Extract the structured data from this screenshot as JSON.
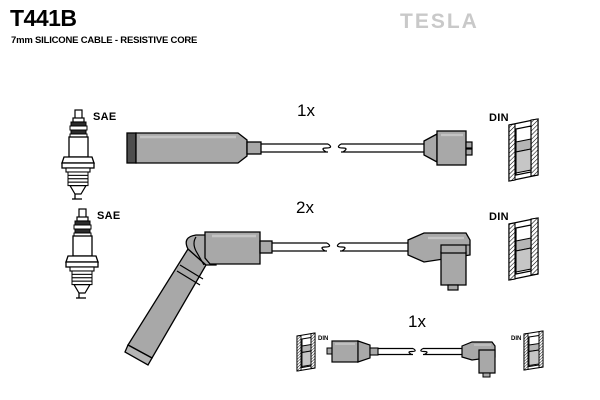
{
  "header": {
    "part_number": "T441B",
    "description": "7mm SILICONE CABLE - RESISTIVE CORE",
    "brand": "TESLA"
  },
  "colors": {
    "outline": "#000000",
    "boot_fill": "#a8a8a8",
    "boot_fill_light": "#bdbdbd",
    "boot_cap_dark": "#4d4d4d",
    "cable_fill": "#ffffff",
    "background": "#ffffff",
    "brand_gray": "#c9c9c9"
  },
  "assemblies": [
    {
      "id": "assembly-1",
      "quantity_label": "1x",
      "plug_end_label": "SAE",
      "coil_end_label": "DIN",
      "plug_boot_style": "straight",
      "coil_terminal_style": "straight",
      "has_cable_break": true
    },
    {
      "id": "assembly-2",
      "quantity_label": "2x",
      "plug_end_label": "SAE",
      "coil_end_label": "DIN",
      "plug_boot_style": "angled",
      "coil_terminal_style": "angled",
      "has_cable_break": true
    },
    {
      "id": "assembly-3",
      "quantity_label": "1x",
      "plug_end_label": "DIN",
      "coil_end_label": "DIN",
      "plug_boot_style": "straight-short",
      "coil_terminal_style": "angled-short",
      "has_cable_break": true
    }
  ]
}
